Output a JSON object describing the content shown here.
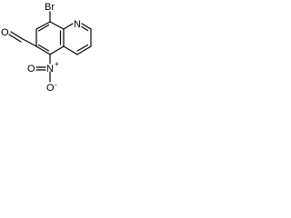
{
  "molecule": {
    "atoms": {
      "bromine": "Br",
      "ring_nitrogen": "N",
      "aldehyde_oxygen": "O",
      "nitro_nitrogen": "N",
      "nitro_charge_plus": "+",
      "nitro_oxygen_bottom": "O",
      "nitro_oxygen_bottom_charge": "-",
      "nitro_oxygen_left": "O"
    },
    "colors": {
      "bond": "#000000",
      "label": "#000000",
      "background": "#ffffff"
    }
  }
}
